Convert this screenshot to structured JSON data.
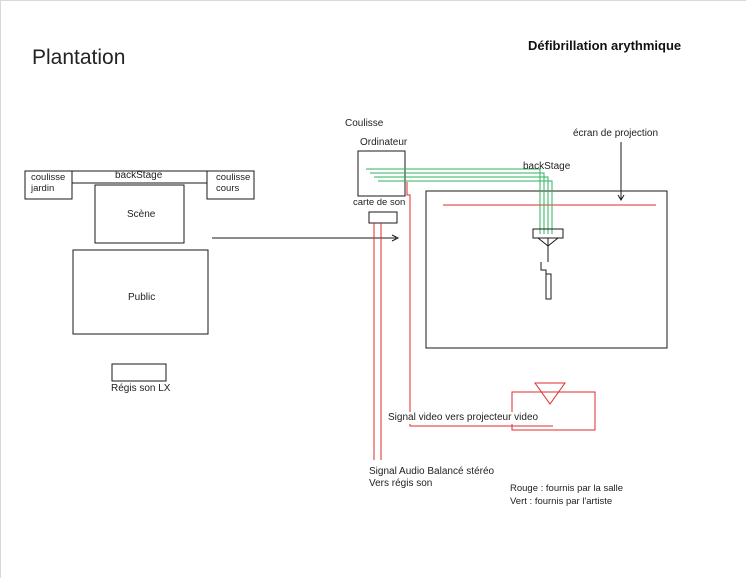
{
  "title": "Plantation",
  "subtitle": "Défibrillation arythmique",
  "stage_plan": {
    "coulisse_jardin": "coulisse\njardin",
    "backstage": "backStage",
    "coulisse_cours": "coulisse\ncours",
    "scene": "Scène",
    "public": "Public",
    "regie": "Régis son LX"
  },
  "backstage_detail": {
    "coulisse": "Coulisse",
    "ordinateur": "Ordinateur",
    "carte_son": "carte de son",
    "backstage": "backStage",
    "ecran": "écran de projection"
  },
  "signals": {
    "video": "Signal video vers projecteur video",
    "audio": "Signal Audio Balancé stéréo\nVers régis son"
  },
  "legend": {
    "rouge": "Rouge : fournis par la salle",
    "vert": "Vert : fournis par l'artiste"
  },
  "colors": {
    "provided_by_venue": "#e02b2b",
    "provided_by_artist": "#2db35d",
    "stroke": "#1a1a1a"
  }
}
